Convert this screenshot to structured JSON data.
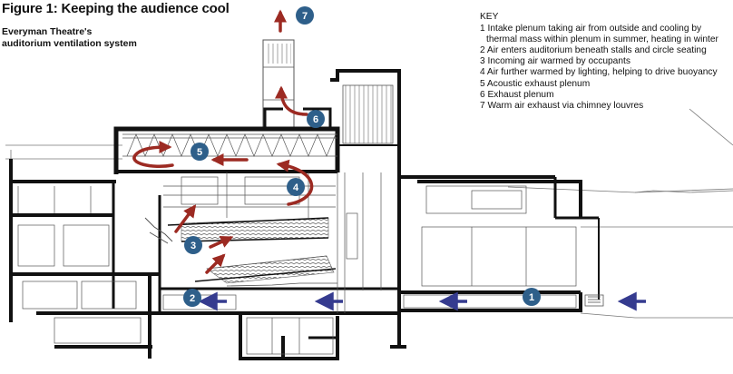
{
  "title": "Figure 1: Keeping the audience cool",
  "subtitle_lines": [
    "Everyman Theatre's",
    "auditorium ventilation system"
  ],
  "key": {
    "heading": "KEY",
    "items": [
      {
        "lines": [
          "1 Intake plenum taking air from outside and cooling by",
          "thermal mass within plenum in summer, heating in winter"
        ]
      },
      {
        "lines": [
          "2 Air enters auditorium beneath stalls and circle seating"
        ]
      },
      {
        "lines": [
          "3 Incoming air warmed by occupants"
        ]
      },
      {
        "lines": [
          "4 Air further warmed by lighting, helping to drive buoyancy"
        ]
      },
      {
        "lines": [
          "5 Acoustic exhaust plenum"
        ]
      },
      {
        "lines": [
          "6 Exhaust plenum"
        ]
      },
      {
        "lines": [
          "7 Warm air exhaust via chimney louvres"
        ]
      }
    ]
  },
  "markers": [
    "1",
    "2",
    "3",
    "4",
    "5",
    "6",
    "7"
  ],
  "colors": {
    "marker_fill": "#2e5f8a",
    "cool_air_arrow": "#353b8f",
    "warm_air_arrow": "#9c2a22",
    "structure": "#111111",
    "thin_lines": "#555555"
  }
}
